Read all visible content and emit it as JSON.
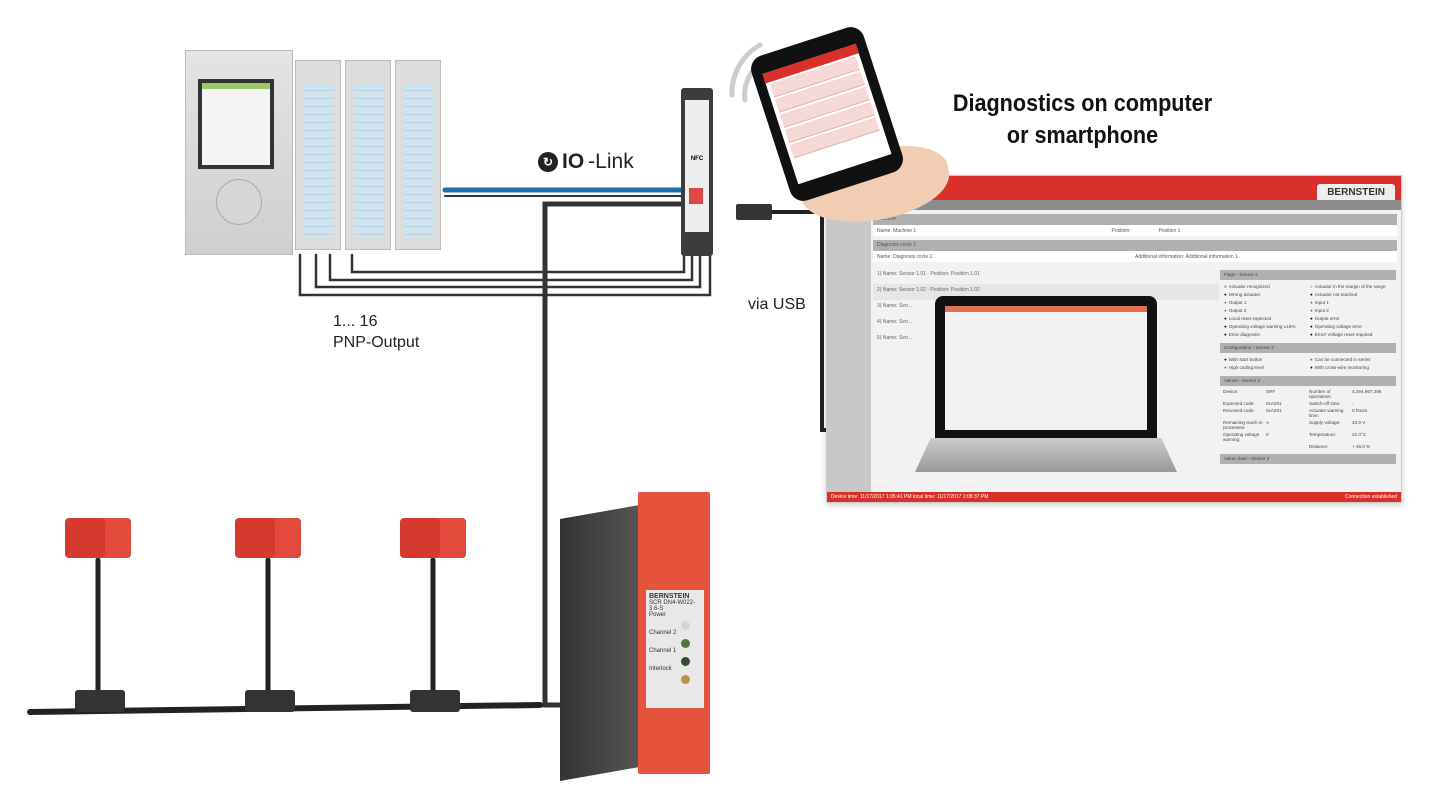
{
  "headline": {
    "line1": "Diagnostics on computer",
    "line2": "or smartphone"
  },
  "iolink": {
    "logo_symbol": "↻",
    "io": "IO",
    "link": "-Link"
  },
  "labels": {
    "via_usb": "via USB",
    "pnp_range": "1... 16",
    "pnp_output": "PNP-Output"
  },
  "colors": {
    "brand_red": "#d9302a",
    "iolink_cable": "#1e6fa8",
    "relay_red": "#e5533c"
  },
  "gateway": {
    "nfc": "NFC"
  },
  "relay": {
    "brand": "BERNSTEIN",
    "model": "SCR DN4-W022-3.6-S",
    "leds": [
      "Power",
      "Channel 2",
      "Channel 1",
      "Interlock"
    ]
  },
  "software": {
    "brand": "BERNSTEIN",
    "machine": {
      "header": "Machine",
      "name": "Name: Machine 1",
      "position_label": "Position:",
      "position": "Position 1"
    },
    "circle": {
      "header": "Diagnosis circle 1",
      "name": "Name: Diagnosis circle 1",
      "info": "Additional information: Additional information 1"
    },
    "sensors": [
      {
        "n": "1)",
        "text": "Name: Sensor 1.01 · Position: Position 1.01"
      },
      {
        "n": "2)",
        "text": "Name: Sensor 1.02 · Position: Position 1.02"
      },
      {
        "n": "3)",
        "text": "Name: Sen..."
      },
      {
        "n": "4)",
        "text": "Name: Sen..."
      },
      {
        "n": "5)",
        "text": "Name: Sen..."
      }
    ],
    "flags_header": "Flags › Sensor 2",
    "flags": [
      {
        "t": "Actuator recognized",
        "c": "g"
      },
      {
        "t": "Actuator in the margin of the range",
        "c": "y"
      },
      {
        "t": "Wrong actuator",
        "c": ""
      },
      {
        "t": "Actuator not teached",
        "c": ""
      },
      {
        "t": "Output 1",
        "c": "g"
      },
      {
        "t": "Input 1",
        "c": "g"
      },
      {
        "t": "Output 2",
        "c": "g"
      },
      {
        "t": "Input 2",
        "c": "g"
      },
      {
        "t": "Local reset expected",
        "c": ""
      },
      {
        "t": "Output error",
        "c": ""
      },
      {
        "t": "Operating voltage warning ±15%",
        "c": ""
      },
      {
        "t": "Operating voltage error",
        "c": ""
      },
      {
        "t": "Error diagnosis",
        "c": ""
      },
      {
        "t": "Error! Voltage reset required",
        "c": ""
      }
    ],
    "config_header": "Configuration › Sensor 2",
    "config": [
      {
        "t": "With start button",
        "c": ""
      },
      {
        "t": "Can be connected in series",
        "c": "g"
      },
      {
        "t": "High coding level",
        "c": "g"
      },
      {
        "t": "With cross-wire monitoring",
        "c": ""
      }
    ],
    "values_header": "Values › Sensor 2",
    "values": [
      "Device:",
      "SRF",
      "Number of operations:",
      "4,294,967,295",
      "Expected code:",
      "0xA201",
      "Switch-off time:",
      "-",
      "Received code:",
      "0xA201",
      "Actuator warning time:",
      "0 hours",
      "Remaining teach-in processes:",
      "∞",
      "Supply voltage:",
      "23.9 V",
      "Operating voltage warning:",
      "0",
      "Temperature:",
      "22.4°C",
      "",
      "",
      "Distance:",
      "+ 46.0 %"
    ],
    "chart_header": "Value chart › Sensor 2",
    "status_left": "Device time: 11/17/2017 1:05:41 PM    local time: 11/17/2017 1:08:37 PM",
    "status_right": "Connection established"
  }
}
